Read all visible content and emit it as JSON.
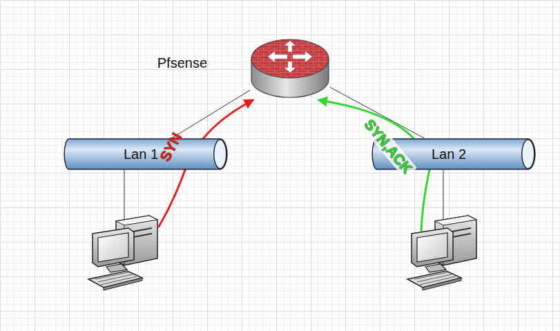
{
  "diagram": {
    "nodes": [
      {
        "text": [
          "Pfsense"
        ]
      },
      {
        "text": [
          "Lan 1"
        ]
      },
      {
        "text": [
          "Lan 2"
        ]
      }
    ],
    "edges": [
      {
        "from": 0,
        "to": 1,
        "arrow": "none"
      },
      {
        "from": 0,
        "to": 2,
        "arrow": "none"
      },
      {
        "from": 1,
        "to": 0,
        "arrow": "to",
        "label": "SYN"
      },
      {
        "from": 2,
        "to": 0,
        "arrow": "to",
        "label": "SYN,ACK"
      }
    ]
  }
}
